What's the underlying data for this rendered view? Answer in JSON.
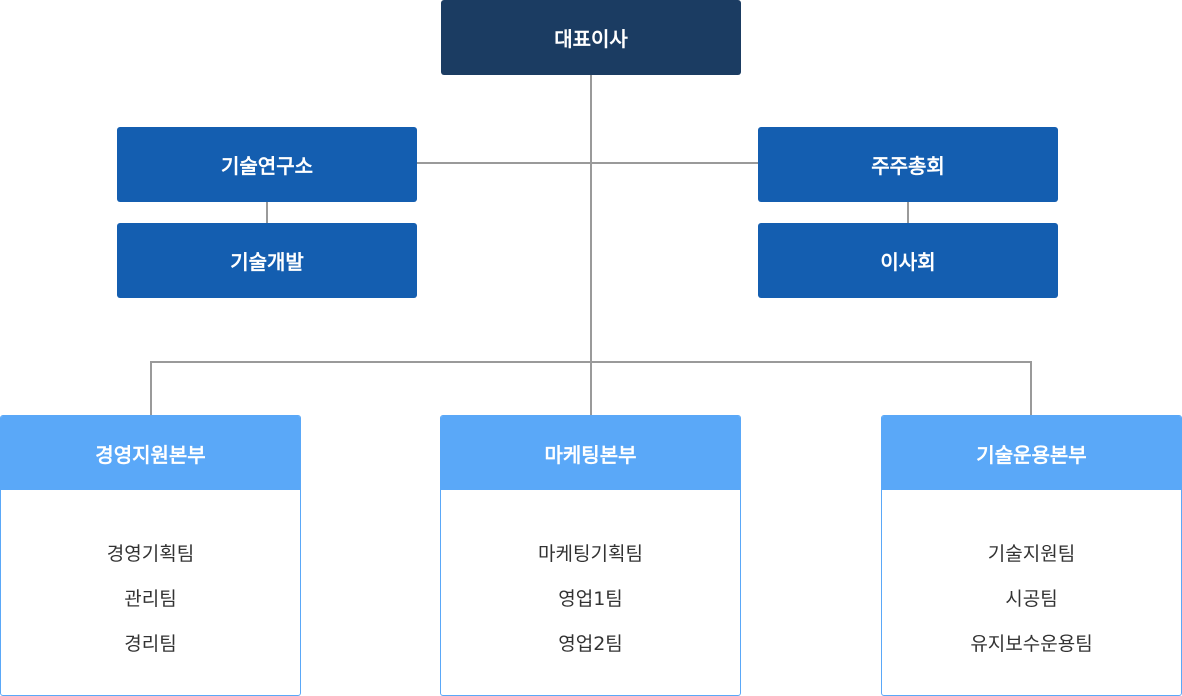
{
  "ceo": {
    "label": "대표이사"
  },
  "left_branch": [
    {
      "label": "기술연구소"
    },
    {
      "label": "기술개발"
    }
  ],
  "right_branch": [
    {
      "label": "주주총회"
    },
    {
      "label": "이사회"
    }
  ],
  "departments": [
    {
      "title": "경영지원본부",
      "teams": [
        "경영기획팀",
        "관리팀",
        "경리팀"
      ]
    },
    {
      "title": "마케팅본부",
      "teams": [
        "마케팅기획팀",
        "영업1팀",
        "영업2팀"
      ]
    },
    {
      "title": "기술운용본부",
      "teams": [
        "기술지원팀",
        "시공팀",
        "유지보수운용팀"
      ]
    }
  ],
  "colors": {
    "ceo": "#1b3c62",
    "division": "#145eb0",
    "department_header": "#5aa8f8",
    "connector": "#9a9a9a"
  }
}
